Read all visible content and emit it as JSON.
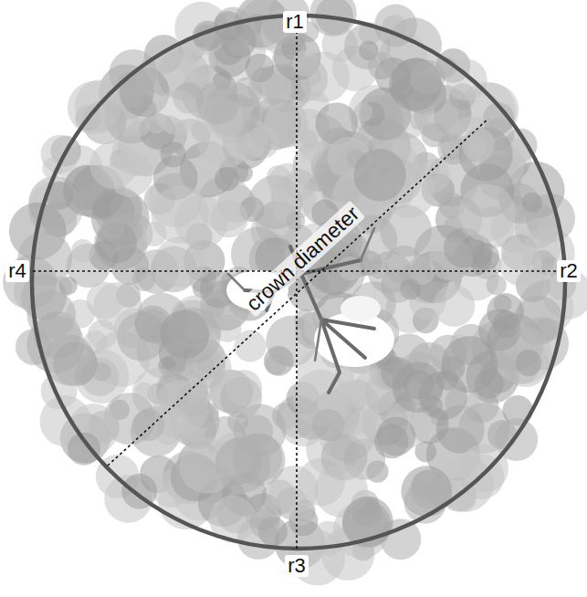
{
  "diagram": {
    "labels": [
      "r1",
      "r2",
      "r3",
      "r4",
      "crown diameter"
    ]
  }
}
